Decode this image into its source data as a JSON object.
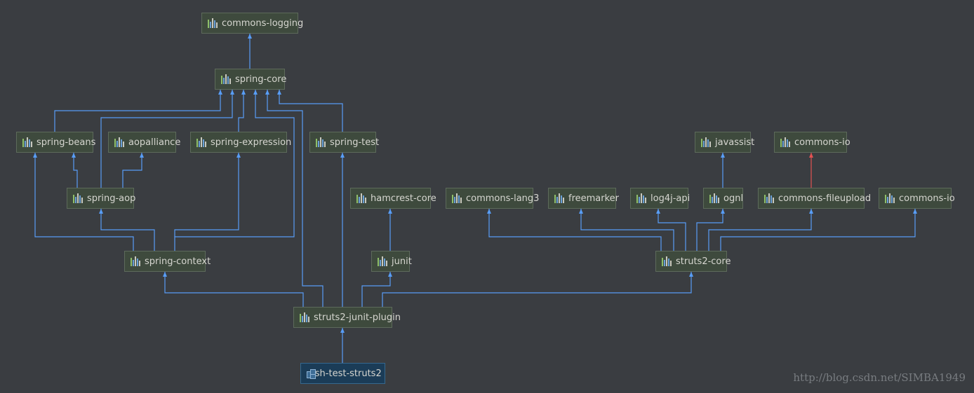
{
  "colors": {
    "background": "#3a3d41",
    "edge": "#589df6",
    "conflict_edge": "#e35252",
    "node_fill": "#3e4a3d",
    "root_fill": "#1b3c57"
  },
  "nodes": {
    "commons_logging": "commons-logging",
    "spring_core": "spring-core",
    "spring_beans": "spring-beans",
    "aopalliance": "aopalliance",
    "spring_expression": "spring-expression",
    "spring_test": "spring-test",
    "javassist": "javassist",
    "commons_io_top": "commons-io",
    "spring_aop": "spring-aop",
    "hamcrest_core": "hamcrest-core",
    "commons_lang3": "commons-lang3",
    "freemarker": "freemarker",
    "log4j_api": "log4j-api",
    "ognl": "ognl",
    "commons_fileupload": "commons-fileupload",
    "commons_io_right": "commons-io",
    "spring_context": "spring-context",
    "junit": "junit",
    "struts2_core": "struts2-core",
    "struts2_junit_plugin": "struts2-junit-plugin",
    "ssh_test_struts2": "ssh-test-struts2"
  },
  "icons": {
    "library": "maven-library-icon",
    "module": "module-icon"
  },
  "watermark": "http://blog.csdn.net/SIMBA1949"
}
